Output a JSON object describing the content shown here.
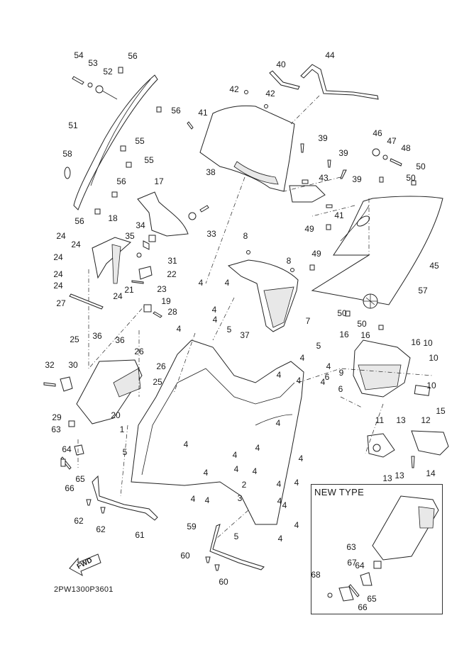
{
  "diagram": {
    "title": "Exploded parts diagram - leg shield / front cover assembly",
    "code": "2PW1300P3601",
    "forward_indicator": "FWD",
    "inset_label": "NEW TYPE",
    "callouts": [
      {
        "id": "c54",
        "label": "54"
      },
      {
        "id": "c53",
        "label": "53"
      },
      {
        "id": "c52",
        "label": "52"
      },
      {
        "id": "c56a",
        "label": "56"
      },
      {
        "id": "c56b",
        "label": "56"
      },
      {
        "id": "c51",
        "label": "51"
      },
      {
        "id": "c55a",
        "label": "55"
      },
      {
        "id": "c55b",
        "label": "55"
      },
      {
        "id": "c58",
        "label": "58"
      },
      {
        "id": "c56c",
        "label": "56"
      },
      {
        "id": "c56d",
        "label": "56"
      },
      {
        "id": "c17",
        "label": "17"
      },
      {
        "id": "c18",
        "label": "18"
      },
      {
        "id": "c34",
        "label": "34"
      },
      {
        "id": "c35",
        "label": "35"
      },
      {
        "id": "c33",
        "label": "33"
      },
      {
        "id": "c31",
        "label": "31"
      },
      {
        "id": "c22",
        "label": "22"
      },
      {
        "id": "c23",
        "label": "23"
      },
      {
        "id": "c21",
        "label": "21"
      },
      {
        "id": "c19",
        "label": "19"
      },
      {
        "id": "c28",
        "label": "28"
      },
      {
        "id": "c27",
        "label": "27"
      },
      {
        "id": "c24a",
        "label": "24"
      },
      {
        "id": "c24b",
        "label": "24"
      },
      {
        "id": "c24c",
        "label": "24"
      },
      {
        "id": "c24d",
        "label": "24"
      },
      {
        "id": "c24e",
        "label": "24"
      },
      {
        "id": "c24f",
        "label": "24"
      },
      {
        "id": "c40",
        "label": "40"
      },
      {
        "id": "c44",
        "label": "44"
      },
      {
        "id": "c42a",
        "label": "42"
      },
      {
        "id": "c42b",
        "label": "42"
      },
      {
        "id": "c41a",
        "label": "41"
      },
      {
        "id": "c41b",
        "label": "41"
      },
      {
        "id": "c38",
        "label": "38"
      },
      {
        "id": "c39a",
        "label": "39"
      },
      {
        "id": "c39b",
        "label": "39"
      },
      {
        "id": "c39c",
        "label": "39"
      },
      {
        "id": "c43",
        "label": "43"
      },
      {
        "id": "c46",
        "label": "46"
      },
      {
        "id": "c47",
        "label": "47"
      },
      {
        "id": "c48",
        "label": "48"
      },
      {
        "id": "c50a",
        "label": "50"
      },
      {
        "id": "c50b",
        "label": "50"
      },
      {
        "id": "c50c",
        "label": "50"
      },
      {
        "id": "c50d",
        "label": "50"
      },
      {
        "id": "c49a",
        "label": "49"
      },
      {
        "id": "c49b",
        "label": "49"
      },
      {
        "id": "c45",
        "label": "45"
      },
      {
        "id": "c57",
        "label": "57"
      },
      {
        "id": "c8a",
        "label": "8"
      },
      {
        "id": "c8b",
        "label": "8"
      },
      {
        "id": "c7",
        "label": "7"
      },
      {
        "id": "c4a",
        "label": "4"
      },
      {
        "id": "c4b",
        "label": "4"
      },
      {
        "id": "c4c",
        "label": "4"
      },
      {
        "id": "c4d",
        "label": "4"
      },
      {
        "id": "c4e",
        "label": "4"
      },
      {
        "id": "c4f",
        "label": "4"
      },
      {
        "id": "c4g",
        "label": "4"
      },
      {
        "id": "c4h",
        "label": "4"
      },
      {
        "id": "c4i",
        "label": "4"
      },
      {
        "id": "c4j",
        "label": "4"
      },
      {
        "id": "c4k",
        "label": "4"
      },
      {
        "id": "c4l",
        "label": "4"
      },
      {
        "id": "c4m",
        "label": "4"
      },
      {
        "id": "c4n",
        "label": "4"
      },
      {
        "id": "c4o",
        "label": "4"
      },
      {
        "id": "c4p",
        "label": "4"
      },
      {
        "id": "c4q",
        "label": "4"
      },
      {
        "id": "c4r",
        "label": "4"
      },
      {
        "id": "c4s",
        "label": "4"
      },
      {
        "id": "c4t",
        "label": "4"
      },
      {
        "id": "c4u",
        "label": "4"
      },
      {
        "id": "c4v",
        "label": "4"
      },
      {
        "id": "c4w",
        "label": "4"
      },
      {
        "id": "c4x",
        "label": "4"
      },
      {
        "id": "c4y",
        "label": "4"
      },
      {
        "id": "c4z",
        "label": "4"
      },
      {
        "id": "c5a",
        "label": "5"
      },
      {
        "id": "c5b",
        "label": "5"
      },
      {
        "id": "c5c",
        "label": "5"
      },
      {
        "id": "c5d",
        "label": "5"
      },
      {
        "id": "c37",
        "label": "37"
      },
      {
        "id": "c16a",
        "label": "16"
      },
      {
        "id": "c16b",
        "label": "16"
      },
      {
        "id": "c16c",
        "label": "16"
      },
      {
        "id": "c10a",
        "label": "10"
      },
      {
        "id": "c10b",
        "label": "10"
      },
      {
        "id": "c10c",
        "label": "10"
      },
      {
        "id": "c9",
        "label": "9"
      },
      {
        "id": "c6a",
        "label": "6"
      },
      {
        "id": "c6b",
        "label": "6"
      },
      {
        "id": "c15",
        "label": "15"
      },
      {
        "id": "c11",
        "label": "11"
      },
      {
        "id": "c12",
        "label": "12"
      },
      {
        "id": "c13a",
        "label": "13"
      },
      {
        "id": "c13b",
        "label": "13"
      },
      {
        "id": "c13c",
        "label": "13"
      },
      {
        "id": "c14",
        "label": "14"
      },
      {
        "id": "c25a",
        "label": "25"
      },
      {
        "id": "c25b",
        "label": "25"
      },
      {
        "id": "c36a",
        "label": "36"
      },
      {
        "id": "c36b",
        "label": "36"
      },
      {
        "id": "c26a",
        "label": "26"
      },
      {
        "id": "c26b",
        "label": "26"
      },
      {
        "id": "c32",
        "label": "32"
      },
      {
        "id": "c30",
        "label": "30"
      },
      {
        "id": "c20",
        "label": "20"
      },
      {
        "id": "c29",
        "label": "29"
      },
      {
        "id": "c63",
        "label": "63"
      },
      {
        "id": "c64",
        "label": "64"
      },
      {
        "id": "c65",
        "label": "65"
      },
      {
        "id": "c66",
        "label": "66"
      },
      {
        "id": "c1",
        "label": "1"
      },
      {
        "id": "c2",
        "label": "2"
      },
      {
        "id": "c3",
        "label": "3"
      },
      {
        "id": "c62a",
        "label": "62"
      },
      {
        "id": "c62b",
        "label": "62"
      },
      {
        "id": "c61",
        "label": "61"
      },
      {
        "id": "c59",
        "label": "59"
      },
      {
        "id": "c60a",
        "label": "60"
      },
      {
        "id": "c60b",
        "label": "60"
      },
      {
        "id": "n63",
        "label": "63"
      },
      {
        "id": "n64",
        "label": "64"
      },
      {
        "id": "n65",
        "label": "65"
      },
      {
        "id": "n66",
        "label": "66"
      },
      {
        "id": "n67",
        "label": "67"
      },
      {
        "id": "n68",
        "label": "68"
      }
    ]
  }
}
